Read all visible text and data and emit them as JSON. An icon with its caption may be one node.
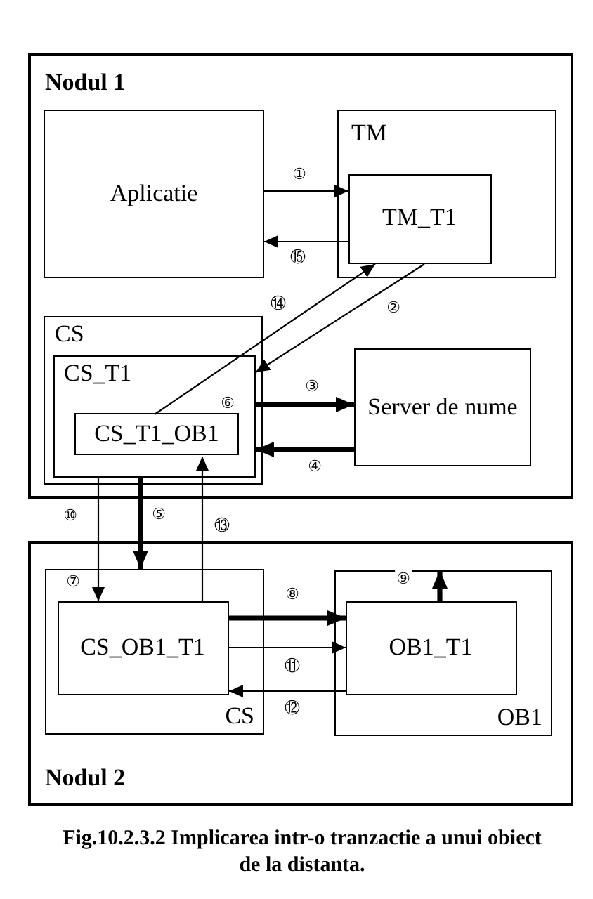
{
  "diagram": {
    "caption": "Fig.10.2.3.2 Implicarea intr-o tranzactie a unui obiect de la distanta.",
    "nodes": [
      {
        "text": [
          "Nodul 1"
        ]
      },
      {
        "text": [
          "Aplicatie"
        ],
        "in": 0
      },
      {
        "text": [
          "TM"
        ],
        "in": 0
      },
      {
        "text": [
          "TM_T1"
        ],
        "in": 2
      },
      {
        "text": [
          "CS"
        ],
        "in": 0
      },
      {
        "text": [
          "CS_T1"
        ],
        "in": 4
      },
      {
        "text": [
          "CS_T1_OB1"
        ],
        "in": 5
      },
      {
        "text": [
          "Server de nume"
        ],
        "in": 0
      },
      {
        "text": [
          "Nodul 2"
        ]
      },
      {
        "text": [
          "CS"
        ],
        "in": 8
      },
      {
        "text": [
          "CS_OB1_T1"
        ],
        "in": 9
      },
      {
        "text": [
          "OB1"
        ],
        "in": 8
      },
      {
        "text": [
          "OB1_T1"
        ],
        "in": 11
      }
    ],
    "edges": [
      {
        "from": 1,
        "to": 3,
        "arrow": "to",
        "label": "①"
      },
      {
        "from": 3,
        "to": 5,
        "arrow": "to",
        "label": "②"
      },
      {
        "from": 5,
        "to": 7,
        "arrow": "to",
        "label": "③",
        "style": "thick"
      },
      {
        "from": 7,
        "to": 5,
        "arrow": "to",
        "label": "④",
        "style": "thick"
      },
      {
        "from": 5,
        "to": 9,
        "arrow": "to",
        "label": "⑤",
        "style": "thick"
      },
      {
        "from": 10,
        "to": 12,
        "arrow": "to",
        "label": "⑧",
        "style": "thick"
      },
      {
        "from": 12,
        "to": 11,
        "arrow": "to",
        "label": "⑨",
        "style": "thick"
      },
      {
        "from": 5,
        "to": 10,
        "arrow": "to",
        "label": "⑩"
      },
      {
        "from": 10,
        "to": 12,
        "arrow": "to",
        "label": "⑪"
      },
      {
        "from": 12,
        "to": 10,
        "arrow": "to",
        "label": "⑫"
      },
      {
        "from": 10,
        "to": 6,
        "arrow": "to",
        "label": "⑬"
      },
      {
        "from": 6,
        "to": 3,
        "arrow": "to",
        "label": "⑭"
      },
      {
        "from": 3,
        "to": 1,
        "arrow": "to",
        "label": "⑮"
      }
    ],
    "labels": [
      "⑥",
      "⑦"
    ]
  }
}
